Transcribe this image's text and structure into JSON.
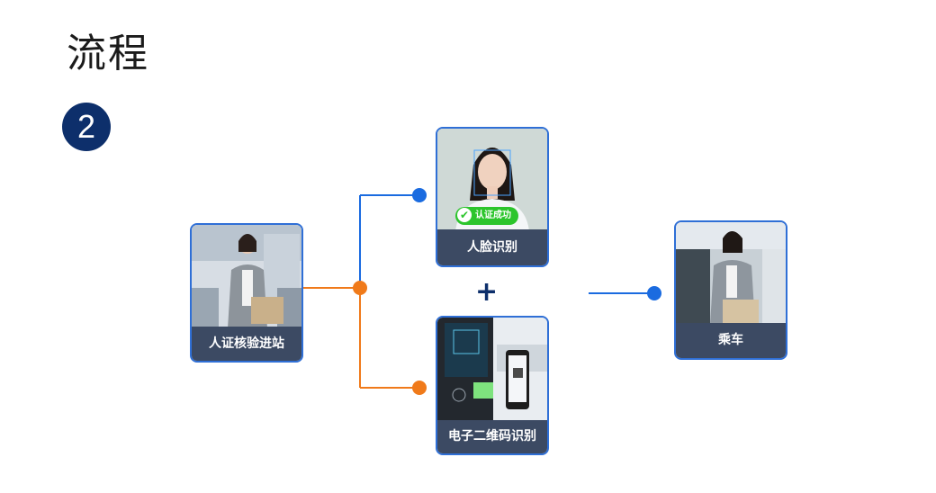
{
  "header": {
    "title": "流程",
    "step_number": "2"
  },
  "cards": {
    "id_check": {
      "label": "人证核验进站"
    },
    "face_recognition": {
      "label": "人脸识别",
      "status_badge": "认证成功"
    },
    "qr_recognition": {
      "label": "电子二维码识别"
    },
    "boarding": {
      "label": "乘车"
    }
  },
  "plus_symbol": "+",
  "colors": {
    "accent_blue": "#2f6fd6",
    "connector_blue": "#1a6be0",
    "connector_orange": "#f07a1a",
    "badge_navy": "#0d2f6b",
    "caption_bg": "#3c4a63",
    "success_green": "#2cc52c"
  },
  "icons": [
    "check-icon"
  ]
}
